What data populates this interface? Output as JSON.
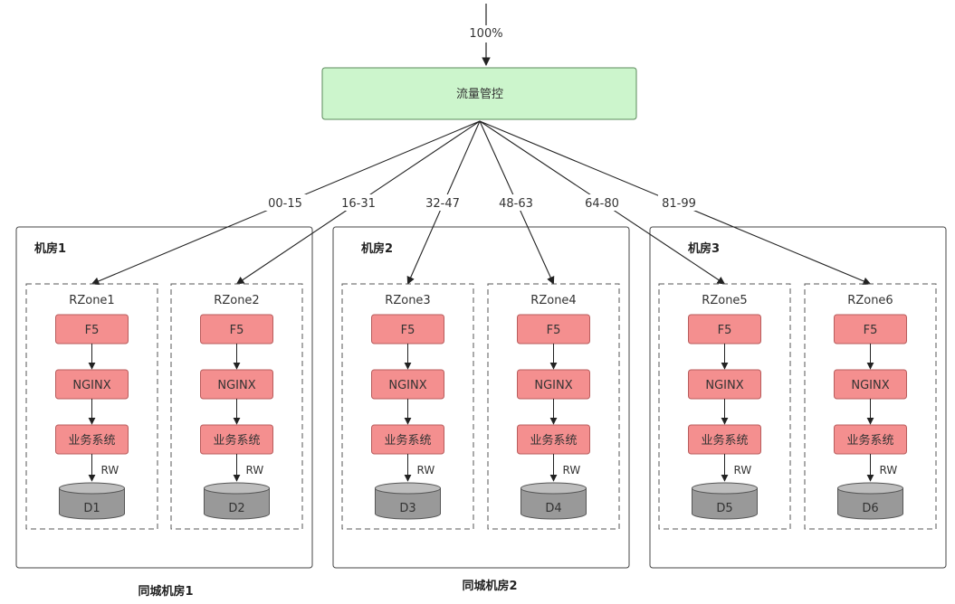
{
  "traffic": {
    "input_percent": "100%",
    "controller_label": "流量管控",
    "ranges": [
      "00-15",
      "16-31",
      "32-47",
      "48-63",
      "64-80",
      "81-99"
    ]
  },
  "rooms": [
    {
      "title": "机房1"
    },
    {
      "title": "机房2"
    },
    {
      "title": "机房3"
    }
  ],
  "zones": [
    {
      "name": "RZone1",
      "lb": "F5",
      "proxy": "NGINX",
      "service": "业务系统",
      "rw": "RW",
      "db": "D1"
    },
    {
      "name": "RZone2",
      "lb": "F5",
      "proxy": "NGINX",
      "service": "业务系统",
      "rw": "RW",
      "db": "D2"
    },
    {
      "name": "RZone3",
      "lb": "F5",
      "proxy": "NGINX",
      "service": "业务系统",
      "rw": "RW",
      "db": "D3"
    },
    {
      "name": "RZone4",
      "lb": "F5",
      "proxy": "NGINX",
      "service": "业务系统",
      "rw": "RW",
      "db": "D4"
    },
    {
      "name": "RZone5",
      "lb": "F5",
      "proxy": "NGINX",
      "service": "业务系统",
      "rw": "RW",
      "db": "D5"
    },
    {
      "name": "RZone6",
      "lb": "F5",
      "proxy": "NGINX",
      "service": "业务系统",
      "rw": "RW",
      "db": "D6"
    }
  ],
  "campuses": [
    "同城机房1",
    "同城机房2"
  ],
  "colors": {
    "controller_fill": "#ccf5cc",
    "controller_stroke": "#5a8a5a",
    "component_fill": "#f48f8f",
    "component_stroke": "#b85c5c",
    "db_fill": "#999999",
    "db_top": "#bdbdbd",
    "line": "#222222"
  }
}
